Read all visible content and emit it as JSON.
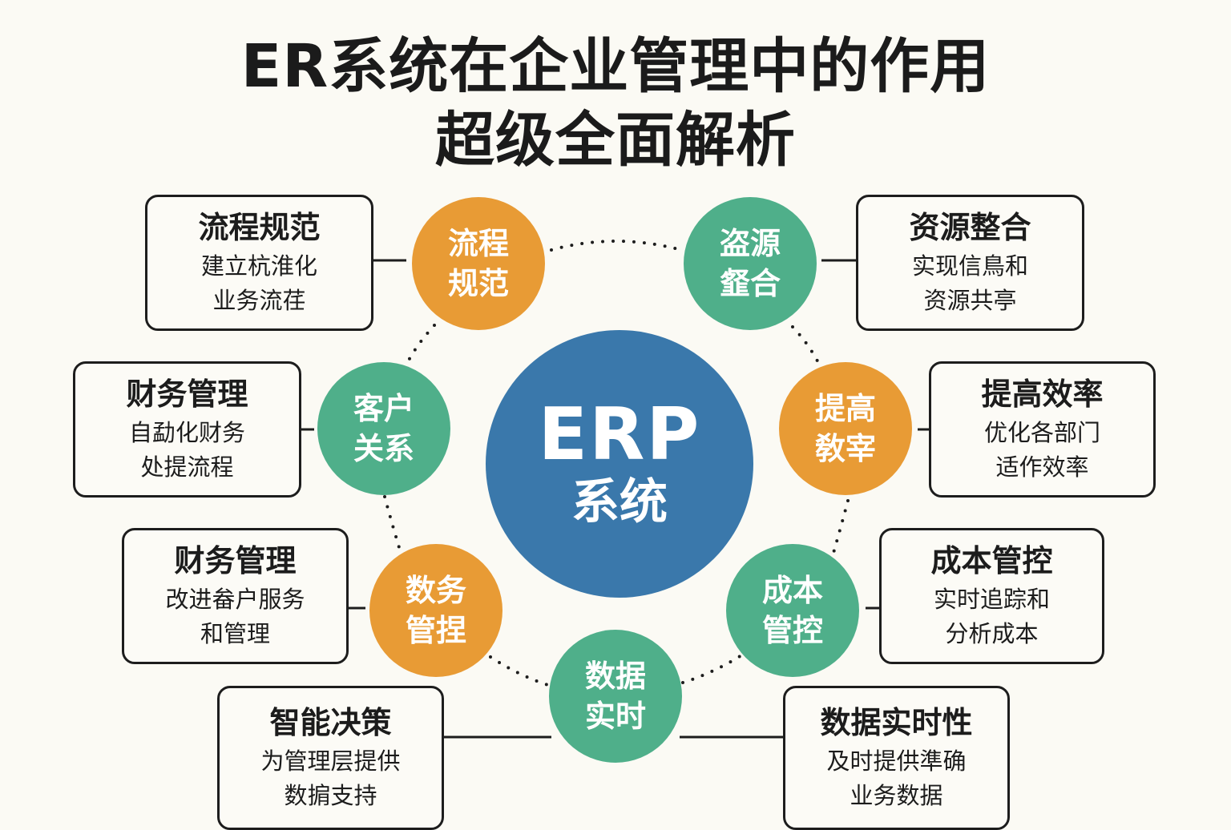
{
  "title": {
    "line1": "ER系统在企业管理中的作用",
    "line2": "超级全面解析"
  },
  "center": {
    "label_main": "ERP",
    "label_sub": "系统",
    "color": "#3a78ab"
  },
  "colors": {
    "orange": "#e89b35",
    "green": "#4faf8a",
    "background": "#fbfaf4",
    "border": "#1d1d1d"
  },
  "nodes": [
    {
      "line1": "流程",
      "line2": "规范",
      "color": "orange"
    },
    {
      "line1": "盗源",
      "line2": "韰合",
      "color": "green"
    },
    {
      "line1": "客户",
      "line2": "关系",
      "color": "green"
    },
    {
      "line1": "提高",
      "line2": "敎宰",
      "color": "orange"
    },
    {
      "line1": "数务",
      "line2": "管捏",
      "color": "orange"
    },
    {
      "line1": "成本",
      "line2": "管控",
      "color": "green"
    },
    {
      "line1": "数据",
      "line2": "实时",
      "color": "green"
    }
  ],
  "boxes": [
    {
      "title": "流程规范",
      "desc1": "建立杭淮化",
      "desc2": "业务流荏"
    },
    {
      "title": "资源整合",
      "desc1": "实现信鳥和",
      "desc2": "资源共亭"
    },
    {
      "title": "财务管理",
      "desc1": "自勐化财务",
      "desc2": "处提流程"
    },
    {
      "title": "提高效率",
      "desc1": "优化各部门",
      "desc2": "适作效率"
    },
    {
      "title": "财务管理",
      "desc1": "改进畚户服务",
      "desc2": "和管理"
    },
    {
      "title": "成本管控",
      "desc1": "实时追踪和",
      "desc2": "分析成本"
    },
    {
      "title": "智能决策",
      "desc1": "为管理层提供",
      "desc2": "数掮支持"
    },
    {
      "title": "数据实时性",
      "desc1": "及时提供準确",
      "desc2": "业务数据"
    }
  ]
}
